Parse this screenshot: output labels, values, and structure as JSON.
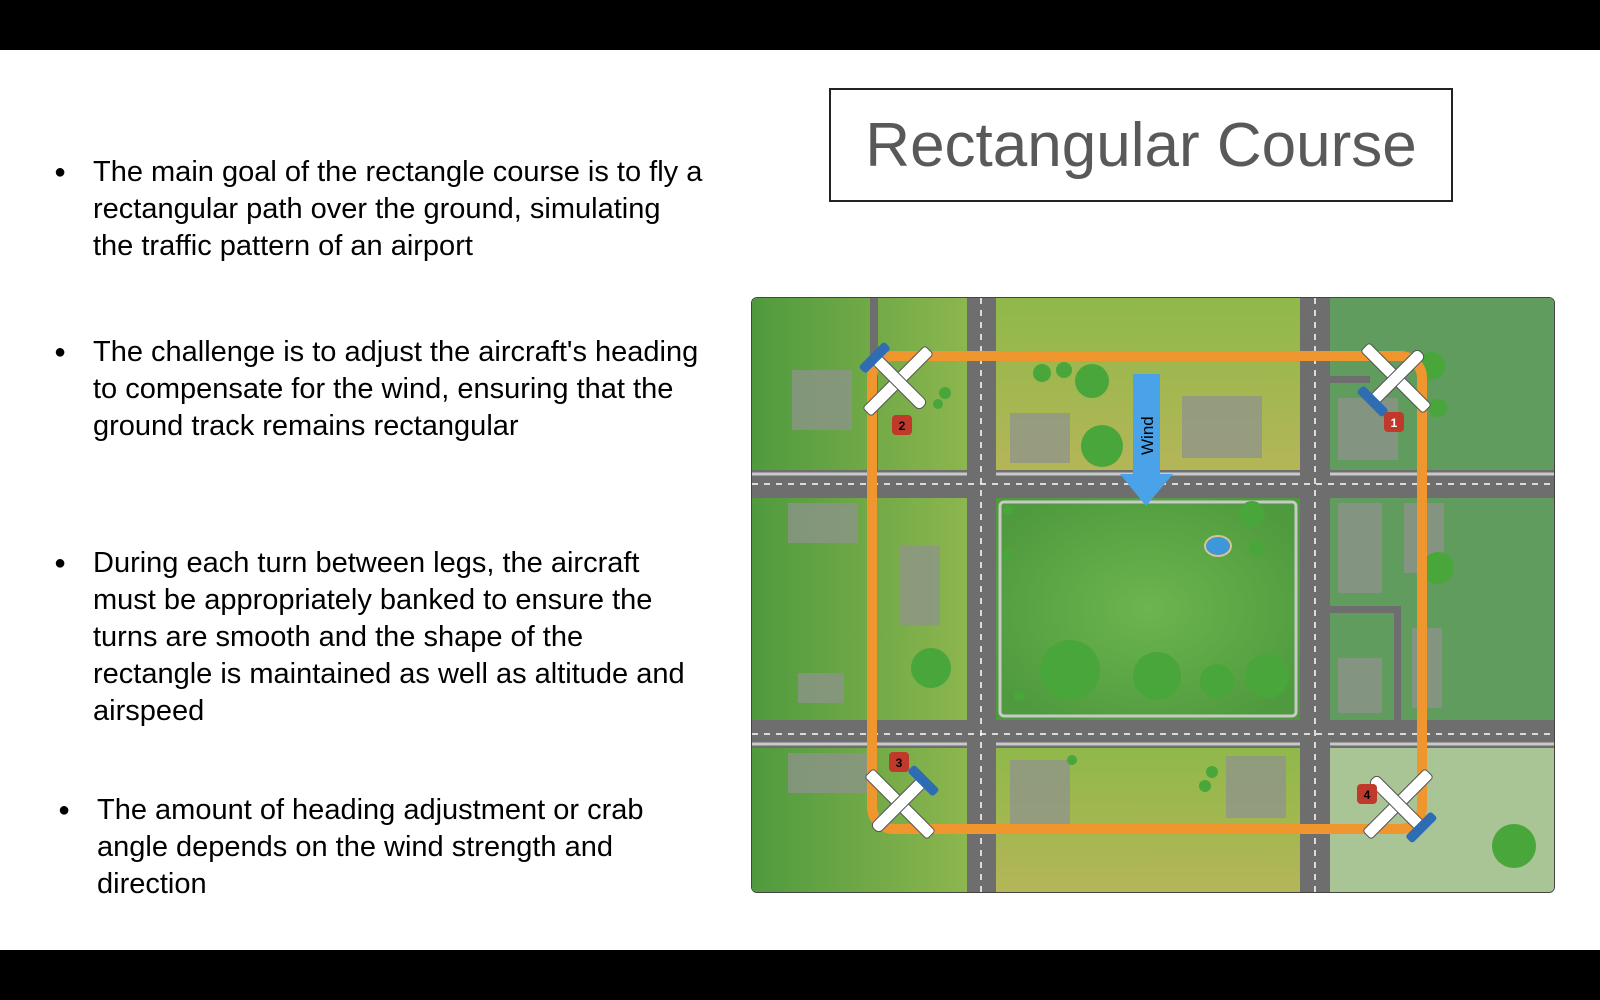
{
  "slide": {
    "title": "Rectangular Course",
    "bullets": [
      "The main goal of the rectangle course is to fly a rectangular path over the ground, simulating the traffic pattern of an airport",
      "The challenge is to adjust the aircraft's heading to compensate for the wind, ensuring that the ground track remains rectangular",
      "During each turn between legs, the aircraft must be appropriately banked to ensure the turns are smooth and the shape of the rectangle is maintained as well as altitude and airspeed",
      "The amount of heading adjustment or crab angle depends on the wind strength and direction"
    ],
    "bullet_glyph": "●"
  },
  "diagram": {
    "wind_label": "Wind",
    "markers": [
      "1",
      "2",
      "3",
      "4"
    ],
    "colors": {
      "track": "#f0962f",
      "wind_arrow": "#4aa3e8",
      "marker": "#c0392b",
      "grass": "#5da84a",
      "road": "#6e6e6e"
    }
  }
}
